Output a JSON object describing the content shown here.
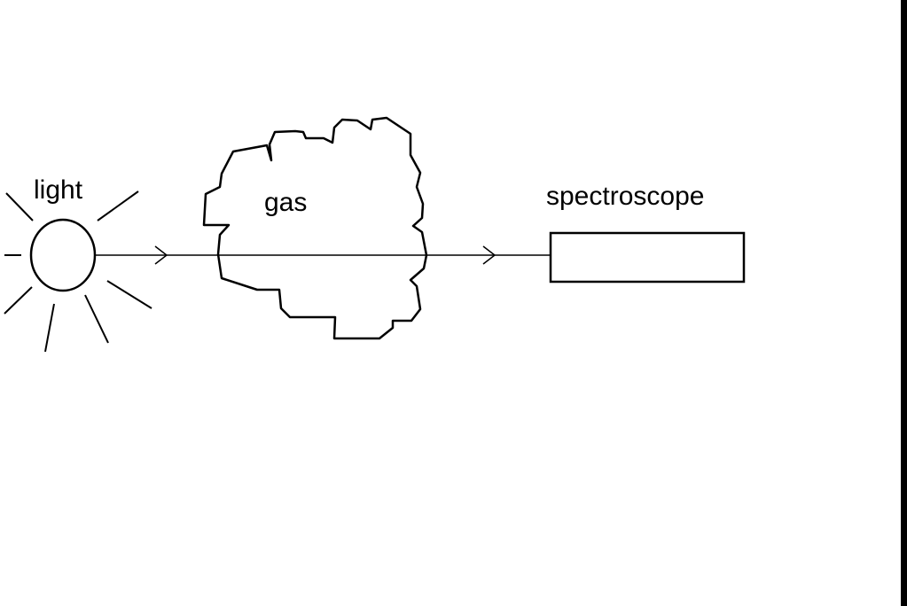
{
  "labels": {
    "light": "light",
    "gas": "gas",
    "spectroscope": "spectroscope"
  },
  "colors": {
    "ink": "#000000",
    "background": "#ffffff"
  }
}
